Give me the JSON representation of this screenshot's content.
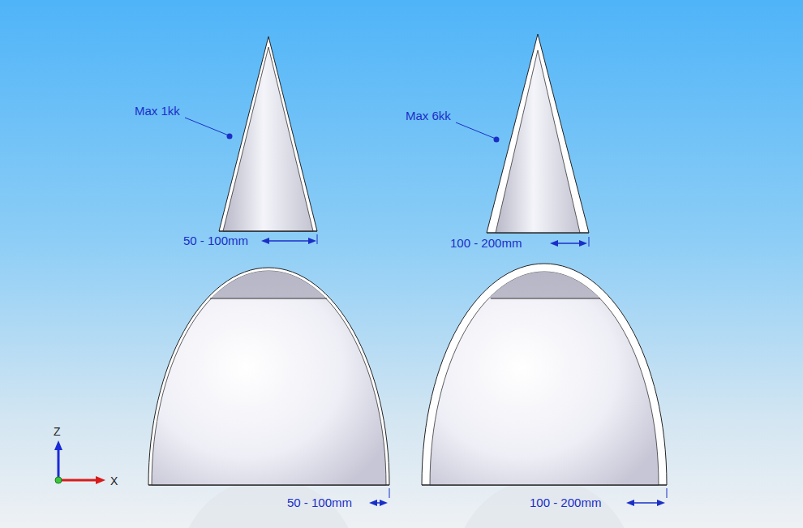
{
  "diagram": {
    "labels": [
      "Max 1kk",
      "Max 6kk",
      "50 - 100mm",
      "100 - 200mm",
      "50 - 100mm",
      "100 - 200mm",
      "Z",
      "X"
    ]
  }
}
